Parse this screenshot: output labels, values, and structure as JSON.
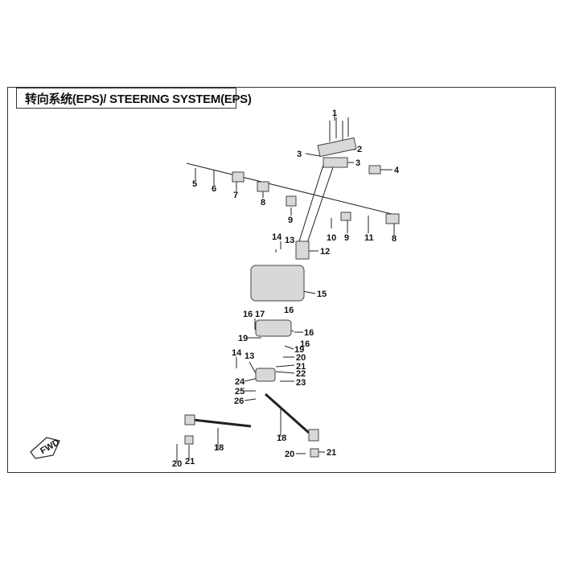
{
  "title": "转向系统(EPS)/ STEERING SYSTEM(EPS)",
  "fwd_icon": "FWD",
  "colors": {
    "line": "#222222",
    "part": "#555555",
    "fill": "#d8d8d8"
  },
  "callouts": [
    {
      "id": "c1a",
      "text": "1"
    },
    {
      "id": "c2",
      "text": "2"
    },
    {
      "id": "c3a",
      "text": "3"
    },
    {
      "id": "c3b",
      "text": "3"
    },
    {
      "id": "c4",
      "text": "4"
    },
    {
      "id": "c5",
      "text": "5"
    },
    {
      "id": "c6",
      "text": "6"
    },
    {
      "id": "c7",
      "text": "7"
    },
    {
      "id": "c8a",
      "text": "8"
    },
    {
      "id": "c8b",
      "text": "8"
    },
    {
      "id": "c9a",
      "text": "9"
    },
    {
      "id": "c9b",
      "text": "9"
    },
    {
      "id": "c10",
      "text": "10"
    },
    {
      "id": "c11",
      "text": "11"
    },
    {
      "id": "c12",
      "text": "12"
    },
    {
      "id": "c13a",
      "text": "13"
    },
    {
      "id": "c13b",
      "text": "13"
    },
    {
      "id": "c14a",
      "text": "14"
    },
    {
      "id": "c14b",
      "text": "14"
    },
    {
      "id": "c15",
      "text": "15"
    },
    {
      "id": "c16a",
      "text": "16"
    },
    {
      "id": "c16b",
      "text": "16"
    },
    {
      "id": "c16c",
      "text": "16"
    },
    {
      "id": "c16d",
      "text": "16"
    },
    {
      "id": "c17",
      "text": "17"
    },
    {
      "id": "c18a",
      "text": "18"
    },
    {
      "id": "c18b",
      "text": "18"
    },
    {
      "id": "c19a",
      "text": "19"
    },
    {
      "id": "c19b",
      "text": "19"
    },
    {
      "id": "c20a",
      "text": "20"
    },
    {
      "id": "c20b",
      "text": "20"
    },
    {
      "id": "c20c",
      "text": "20"
    },
    {
      "id": "c21a",
      "text": "21"
    },
    {
      "id": "c21b",
      "text": "21"
    },
    {
      "id": "c21c",
      "text": "21"
    },
    {
      "id": "c22",
      "text": "22"
    },
    {
      "id": "c23",
      "text": "23"
    },
    {
      "id": "c24",
      "text": "24"
    },
    {
      "id": "c25",
      "text": "25"
    },
    {
      "id": "c26",
      "text": "26"
    }
  ]
}
